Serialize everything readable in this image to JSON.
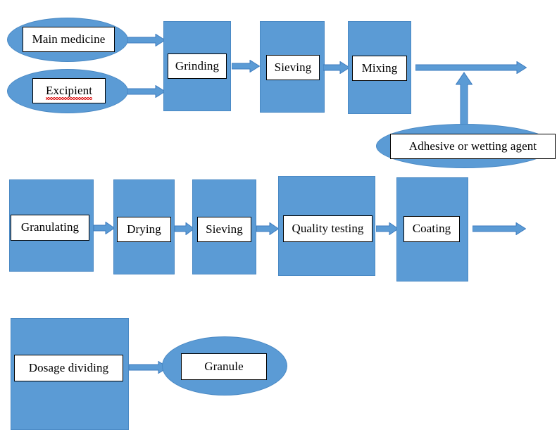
{
  "diagram": {
    "title": "Granule manufacturing process flowchart",
    "colors": {
      "shape_fill": "#5B9BD5",
      "shape_border": "#4A89C4",
      "arrow_fill": "#5B9BD5",
      "arrow_border": "#3C7BBF",
      "label_fill": "#FFFFFF",
      "label_border": "#000000",
      "text": "#000000",
      "spellcheck_underline": "#E02020",
      "background": "#FFFFFF"
    },
    "rows": [
      {
        "name": "row-1-mixing-stage",
        "nodes": [
          {
            "id": "main-medicine",
            "label": "Main medicine",
            "shape": "ellipse"
          },
          {
            "id": "excipient",
            "label": "Excipient",
            "shape": "ellipse",
            "misspelled": true
          },
          {
            "id": "grinding",
            "label": "Grinding",
            "shape": "rectangle"
          },
          {
            "id": "sieving-1",
            "label": "Sieving",
            "shape": "rectangle"
          },
          {
            "id": "mixing",
            "label": "Mixing",
            "shape": "rectangle"
          },
          {
            "id": "adhesive-agent",
            "label": "Adhesive or wetting agent",
            "shape": "ellipse"
          }
        ]
      },
      {
        "name": "row-2-processing-stage",
        "nodes": [
          {
            "id": "granulating",
            "label": "Granulating",
            "shape": "rectangle"
          },
          {
            "id": "drying",
            "label": "Drying",
            "shape": "rectangle"
          },
          {
            "id": "sieving-2",
            "label": "Sieving",
            "shape": "rectangle"
          },
          {
            "id": "quality-testing",
            "label": "Quality testing",
            "shape": "rectangle"
          },
          {
            "id": "coating",
            "label": "Coating",
            "shape": "rectangle"
          }
        ]
      },
      {
        "name": "row-3-packaging-stage",
        "nodes": [
          {
            "id": "dosage-dividing",
            "label": "Dosage dividing",
            "shape": "rectangle"
          },
          {
            "id": "granule",
            "label": "Granule",
            "shape": "ellipse"
          }
        ]
      }
    ],
    "connections": [
      {
        "id": "main-medicine-to-grinding",
        "from": "main-medicine",
        "to": "grinding",
        "direction": "right"
      },
      {
        "id": "excipient-to-grinding",
        "from": "excipient",
        "to": "grinding",
        "direction": "right"
      },
      {
        "id": "grinding-to-sieving",
        "from": "grinding",
        "to": "sieving-1",
        "direction": "right"
      },
      {
        "id": "sieving-to-mixing",
        "from": "sieving-1",
        "to": "mixing",
        "direction": "right"
      },
      {
        "id": "mixing-to-next-row",
        "from": "mixing",
        "to": "granulating",
        "direction": "right"
      },
      {
        "id": "adhesive-to-mixing-flow",
        "from": "adhesive-agent",
        "to": "mixing-to-next-row",
        "direction": "up"
      },
      {
        "id": "granulating-to-drying",
        "from": "granulating",
        "to": "drying",
        "direction": "right"
      },
      {
        "id": "drying-to-sieving",
        "from": "drying",
        "to": "sieving-2",
        "direction": "right"
      },
      {
        "id": "sieving-to-quality-testing",
        "from": "sieving-2",
        "to": "quality-testing",
        "direction": "right"
      },
      {
        "id": "quality-testing-to-coating",
        "from": "quality-testing",
        "to": "coating",
        "direction": "right"
      },
      {
        "id": "coating-to-next-row",
        "from": "coating",
        "to": "dosage-dividing",
        "direction": "right"
      },
      {
        "id": "dosage-dividing-to-granule",
        "from": "dosage-dividing",
        "to": "granule",
        "direction": "right"
      }
    ]
  }
}
